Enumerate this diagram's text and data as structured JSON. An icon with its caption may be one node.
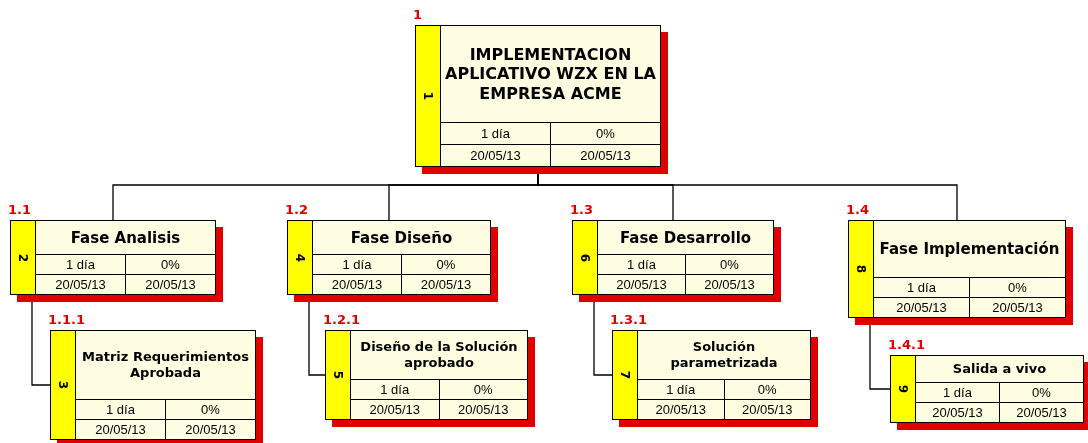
{
  "diagram": {
    "nodes": [
      {
        "text": [
          "1",
          "IMPLEMENTACION APLICATIVO WZX EN LA EMPRESA ACME",
          "1 día",
          "0%",
          "20/05/13",
          "20/05/13"
        ],
        "beside": [
          "1"
        ]
      },
      {
        "text": [
          "2",
          "Fase Analisis",
          "1 día",
          "0%",
          "20/05/13",
          "20/05/13"
        ],
        "beside": [
          "1.1"
        ]
      },
      {
        "text": [
          "3",
          "Matriz Requerimientos Aprobada",
          "1 día",
          "0%",
          "20/05/13",
          "20/05/13"
        ],
        "beside": [
          "1.1.1"
        ]
      },
      {
        "text": [
          "4",
          "Fase Diseño",
          "1 día",
          "0%",
          "20/05/13",
          "20/05/13"
        ],
        "beside": [
          "1.2"
        ]
      },
      {
        "text": [
          "5",
          "Diseño de la Solución aprobado",
          "1 día",
          "0%",
          "20/05/13",
          "20/05/13"
        ],
        "beside": [
          "1.2.1"
        ]
      },
      {
        "text": [
          "6",
          "Fase Desarrollo",
          "1 día",
          "0%",
          "20/05/13",
          "20/05/13"
        ],
        "beside": [
          "1.3"
        ]
      },
      {
        "text": [
          "7",
          "Solución parametrizada",
          "1 día",
          "0%",
          "20/05/13",
          "20/05/13"
        ],
        "beside": [
          "1.3.1"
        ]
      },
      {
        "text": [
          "8",
          "Fase Implementación",
          "1 día",
          "0%",
          "20/05/13",
          "20/05/13"
        ],
        "beside": [
          "1.4"
        ]
      },
      {
        "text": [
          "9",
          "Salida a vivo",
          "1 día",
          "0%",
          "20/05/13",
          "20/05/13"
        ],
        "beside": [
          "1.4.1"
        ]
      }
    ],
    "edges": [
      {
        "from": 0,
        "to": 1,
        "arrow": "none"
      },
      {
        "from": 0,
        "to": 3,
        "arrow": "none"
      },
      {
        "from": 0,
        "to": 5,
        "arrow": "none"
      },
      {
        "from": 0,
        "to": 7,
        "arrow": "none"
      },
      {
        "from": 1,
        "to": 2,
        "arrow": "none"
      },
      {
        "from": 3,
        "to": 4,
        "arrow": "none"
      },
      {
        "from": 5,
        "to": 6,
        "arrow": "none"
      },
      {
        "from": 7,
        "to": 8,
        "arrow": "none"
      }
    ]
  }
}
